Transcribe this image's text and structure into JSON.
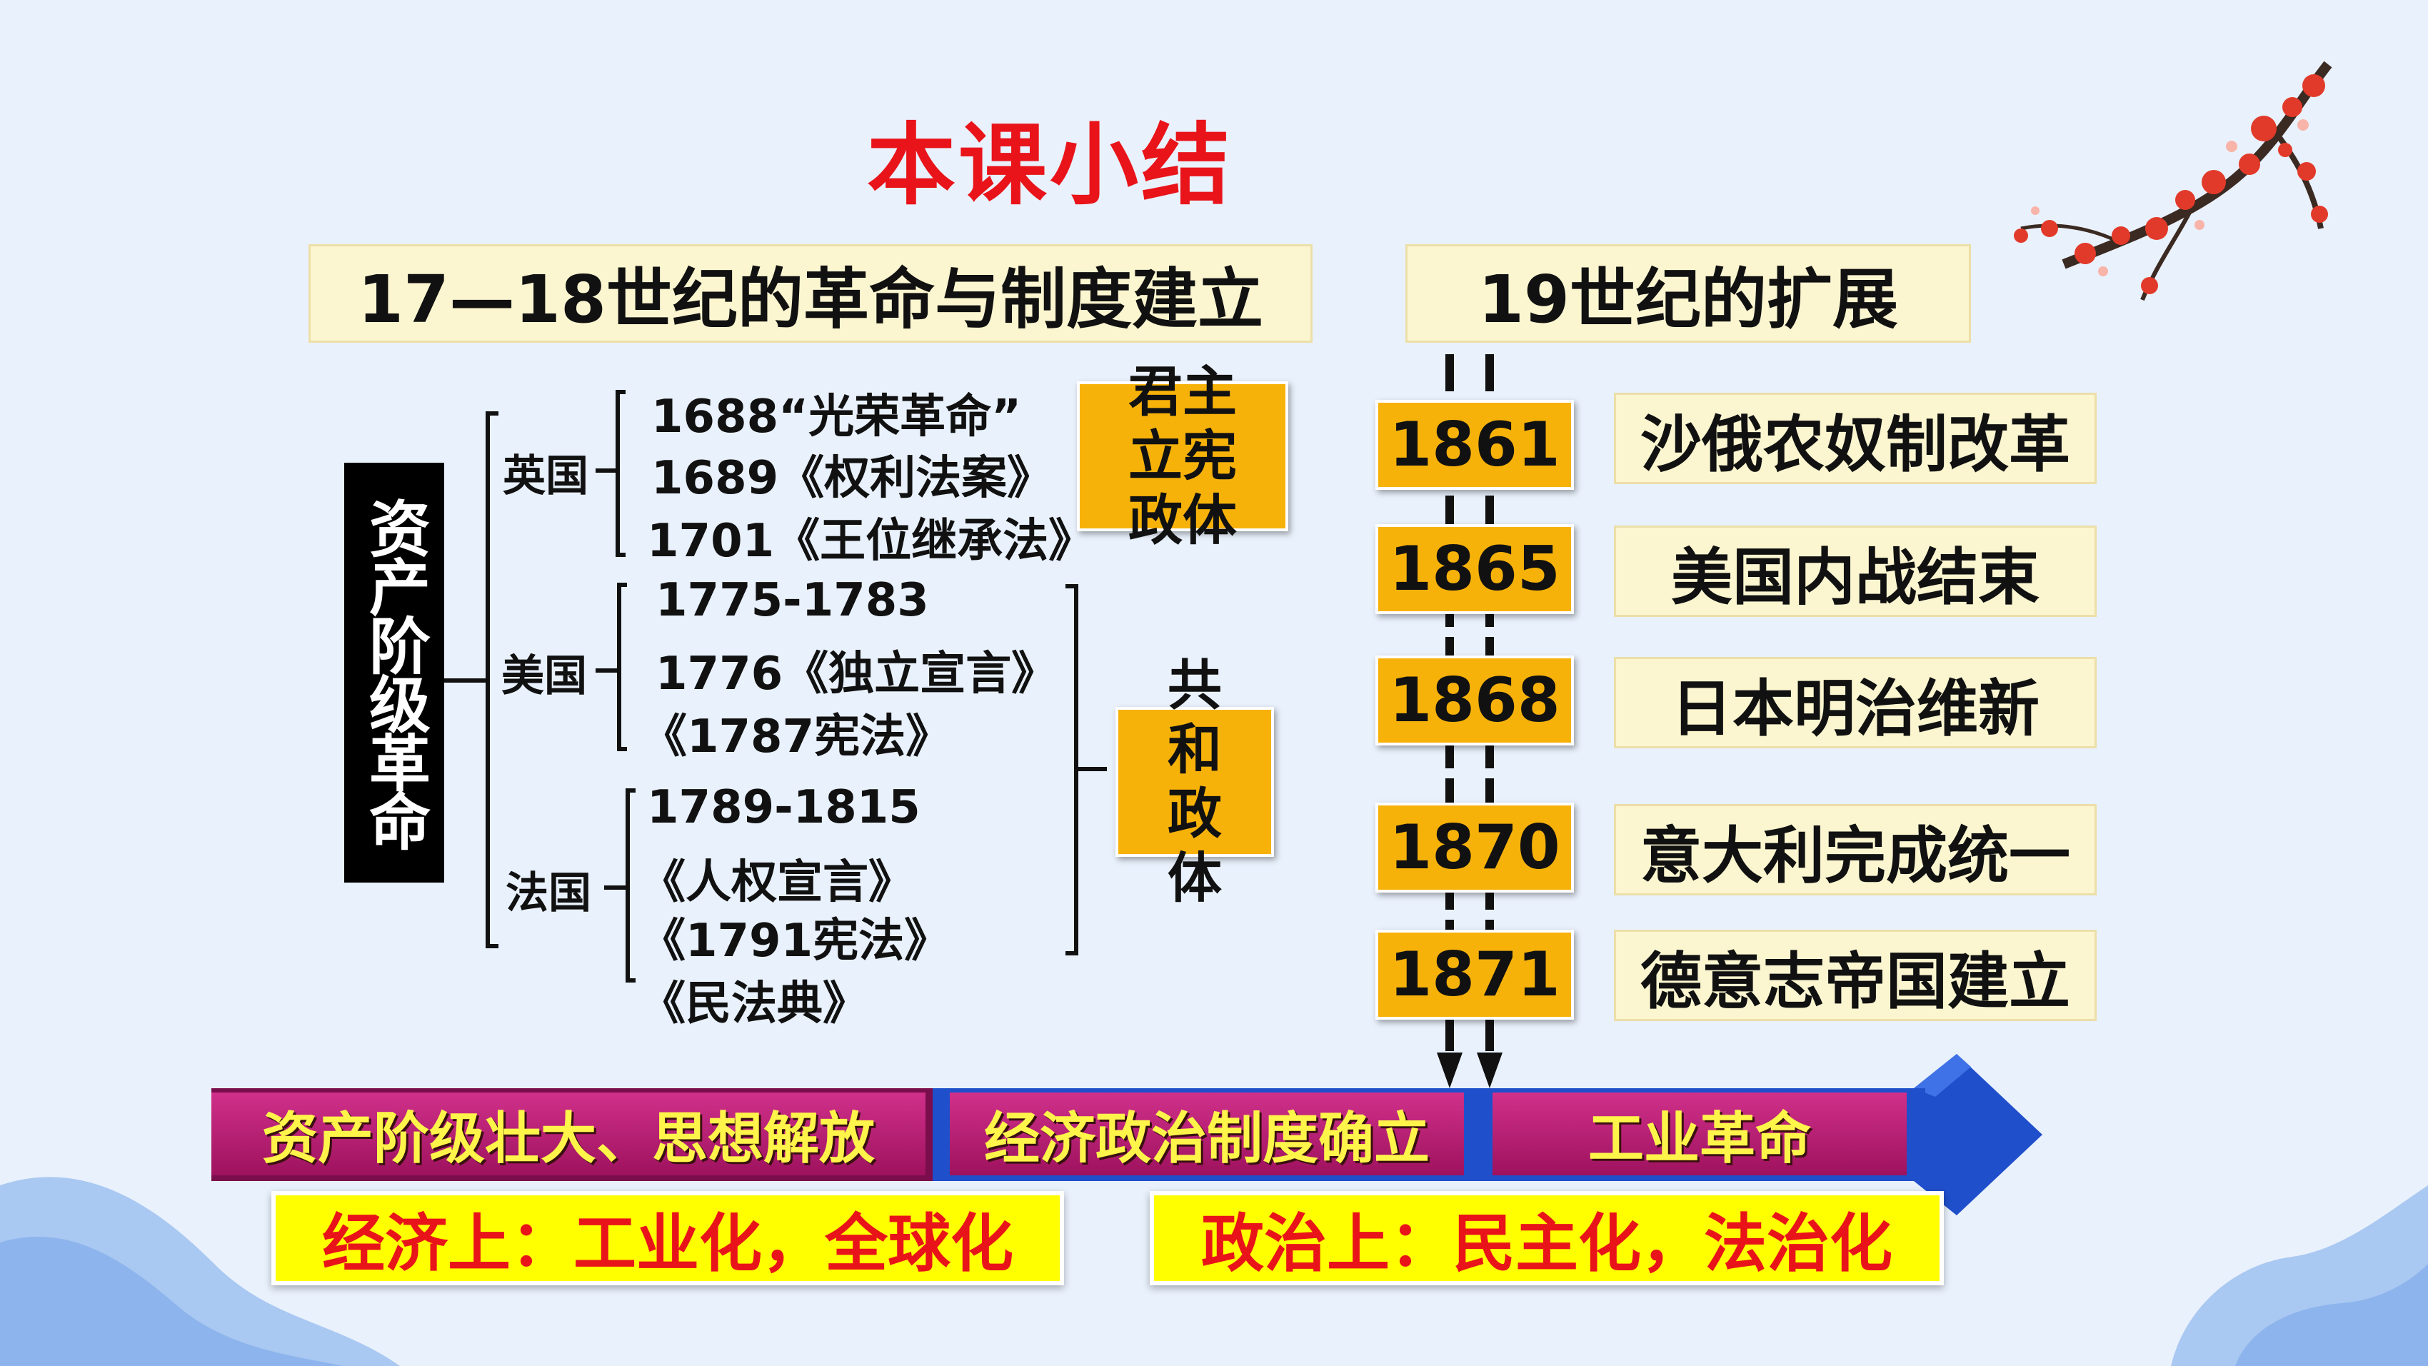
{
  "title": "本课小结",
  "left_header": "17—18世纪的革命与制度建立",
  "right_header": "19世纪的扩展",
  "vertical_label": "资产阶级革命",
  "countries": [
    {
      "name": "英国",
      "items": [
        "1688“光荣革命”",
        "1689《权利法案》",
        "1701《王位继承法》"
      ]
    },
    {
      "name": "美国",
      "items": [
        "1775-1783",
        "1776《独立宣言》",
        "《1787宪法》"
      ]
    },
    {
      "name": "法国",
      "items": [
        "1789-1815",
        "《人权宣言》",
        "《1791宪法》",
        "《民法典》"
      ]
    }
  ],
  "system_boxes": {
    "monarchy": "君主立宪政体",
    "republic": "共和政体"
  },
  "timeline": [
    {
      "year": "1861",
      "event": "沙俄农奴制改革"
    },
    {
      "year": "1865",
      "event": "美国内战结束"
    },
    {
      "year": "1868",
      "event": "日本明治维新"
    },
    {
      "year": "1870",
      "event": "意大利完成统一"
    },
    {
      "year": "1871",
      "event": "德意志帝国建立"
    }
  ],
  "bands": [
    "资产阶级壮大、思想解放",
    "经济政治制度确立",
    "工业革命"
  ],
  "summary": [
    "经济上：工业化，全球化",
    "政治上：民主化，法治化"
  ],
  "colors": {
    "title": "#e8141a",
    "year_box": "#f7b20a",
    "band_magenta": "#c01a74",
    "arrow_blue": "#1f4fcb",
    "summary_box": "#ffff00"
  }
}
